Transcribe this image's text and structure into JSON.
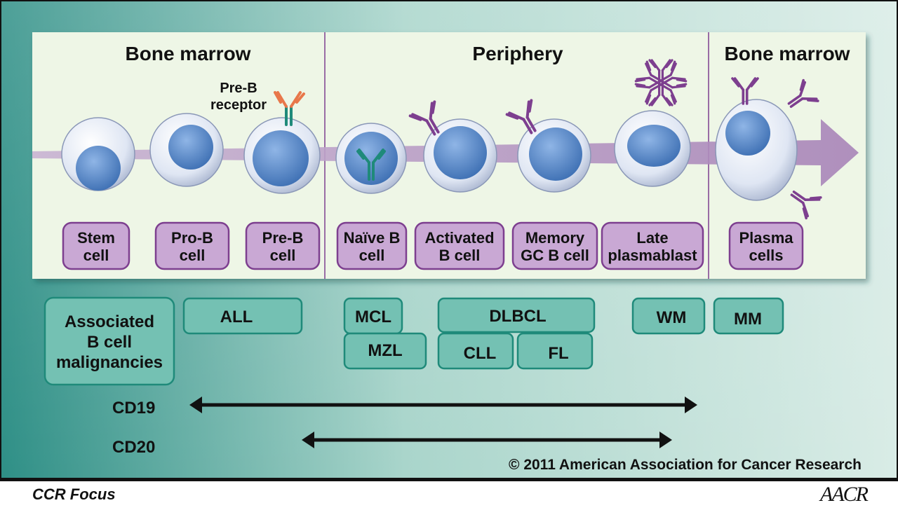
{
  "regions": {
    "bone_marrow_left": "Bone marrow",
    "periphery": "Periphery",
    "bone_marrow_right": "Bone marrow"
  },
  "pre_b_receptor_label": [
    "Pre-B",
    "receptor"
  ],
  "stages": [
    [
      "Stem",
      "cell"
    ],
    [
      "Pro-B",
      "cell"
    ],
    [
      "Pre-B",
      "cell"
    ],
    [
      "Naïve B",
      "cell"
    ],
    [
      "Activated",
      "B cell"
    ],
    [
      "Memory",
      "GC B cell"
    ],
    [
      "Late",
      "plasmablast"
    ],
    [
      "Plasma",
      "cells"
    ]
  ],
  "malignancies": {
    "header": [
      "Associated",
      "B cell",
      "malignancies"
    ],
    "all": "ALL",
    "mcl": "MCL",
    "mzl": "MZL",
    "dlbcl": "DLBCL",
    "cll": "CLL",
    "fl": "FL",
    "wm": "WM",
    "mm": "MM"
  },
  "markers": {
    "cd19": "CD19",
    "cd20": "CD20"
  },
  "copyright": "© 2011 American Association for Cancer Research",
  "footer": {
    "journal": "CCR Focus",
    "logo": "AACR"
  },
  "colors": {
    "background_gradient": [
      "#2e8f86",
      "#d9ece6"
    ],
    "panel": "#eef6e6",
    "stage_box": "#c9a8d4",
    "stage_box_border": "#7d3f8f",
    "malignancy_box": "#74c1b3",
    "malignancy_border": "#1f8a7a",
    "antibody_purple": "#7d3f8f",
    "receptor_orange": "#e8774a",
    "receptor_teal": "#1f8a7a",
    "arrow": "#b69ac4",
    "nucleus": "#4f82c2"
  }
}
